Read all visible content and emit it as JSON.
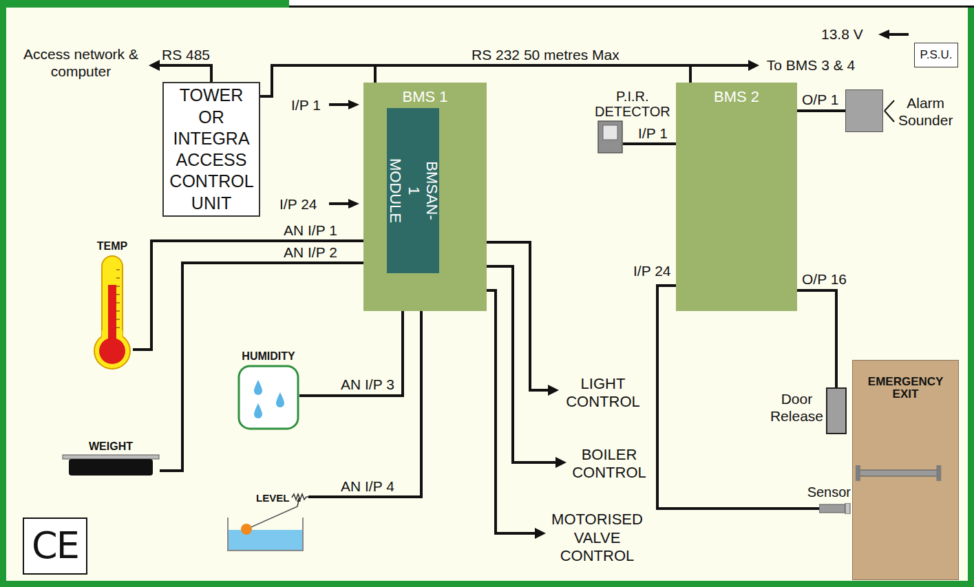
{
  "diagram": {
    "nodes": [
      {
        "text": [
          "Access network & computer"
        ]
      },
      {
        "text": [
          "TOWER OR INTEGRA ACCESS CONTROL UNIT"
        ]
      },
      {
        "text": [
          "BMS 1"
        ]
      },
      {
        "text": [
          "BMSAN-1 MODULE"
        ],
        "in": 2
      },
      {
        "text": [
          "To BMS 3 & 4"
        ]
      },
      {
        "text": [
          "P.I.R. DETECTOR"
        ]
      },
      {
        "text": [
          "BMS 2"
        ]
      },
      {
        "text": [
          "Alarm Sounder"
        ]
      },
      {
        "text": [
          "P.S.U."
        ]
      },
      {
        "text": [
          "TEMP"
        ]
      },
      {
        "text": [
          "HUMIDITY"
        ]
      },
      {
        "text": [
          "WEIGHT"
        ]
      },
      {
        "text": [
          "LEVEL"
        ]
      },
      {
        "text": [
          "LIGHT CONTROL"
        ]
      },
      {
        "text": [
          "BOILER CONTROL"
        ]
      },
      {
        "text": [
          "MOTORISED VALVE CONTROL"
        ]
      },
      {
        "text": [
          "EMERGENCY EXIT"
        ]
      },
      {
        "text": [
          "Door Release"
        ]
      },
      {
        "text": [
          "Sensor"
        ]
      }
    ],
    "edges": [
      {
        "from": 1,
        "to": 0,
        "arrow": "to",
        "label": "RS 485"
      },
      {
        "from": 1,
        "to": 2,
        "arrow": "none"
      },
      {
        "from": 1,
        "to": 6,
        "arrow": "none"
      },
      {
        "from": 1,
        "to": 4,
        "arrow": "to",
        "label": "RS 232 50 metres Max"
      },
      {
        "from": 9,
        "to": 3,
        "arrow": "none",
        "label": "AN I/P 1"
      },
      {
        "from": 11,
        "to": 3,
        "arrow": "none",
        "label": "AN I/P 2"
      },
      {
        "from": 10,
        "to": 3,
        "arrow": "none",
        "label": "AN I/P 3"
      },
      {
        "from": 12,
        "to": 3,
        "arrow": "none",
        "label": "AN I/P 4"
      },
      {
        "from": 2,
        "to": 13,
        "arrow": "to"
      },
      {
        "from": 2,
        "to": 14,
        "arrow": "to"
      },
      {
        "from": 2,
        "to": 15,
        "arrow": "to"
      },
      {
        "from": 5,
        "to": 6,
        "arrow": "none",
        "label": "I/P 1"
      },
      {
        "from": 6,
        "to": 7,
        "arrow": "none",
        "label": "O/P 1"
      },
      {
        "from": 6,
        "to": 17,
        "arrow": "none",
        "label": "O/P 16"
      },
      {
        "from": 18,
        "to": 6,
        "arrow": "none",
        "label": "I/P 24"
      }
    ],
    "labels": [
      "13.8 V",
      "I/P 1",
      "I/P 24",
      "CE"
    ]
  }
}
